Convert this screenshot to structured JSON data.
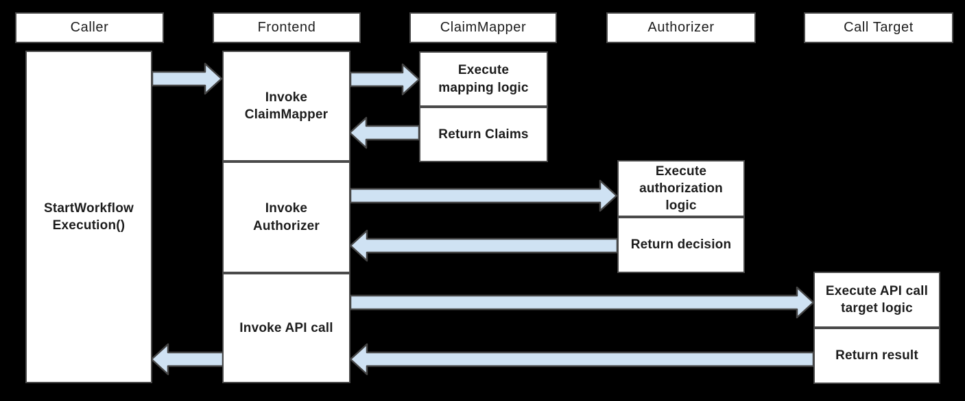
{
  "colors": {
    "background": "#000000",
    "box_fill": "#ffffff",
    "box_border": "#4a4a4a",
    "arrow_fill": "#cfe2f3",
    "arrow_border": "#454545",
    "text": "#1c1c1c"
  },
  "headers": {
    "caller": "Caller",
    "frontend": "Frontend",
    "claimmapper": "ClaimMapper",
    "authorizer": "Authorizer",
    "calltarget": "Call Target"
  },
  "steps": {
    "caller_start": "StartWorkflow\nExecution()",
    "frontend_invoke_claimmapper": "Invoke\nClaimMapper",
    "frontend_invoke_authorizer": "Invoke\nAuthorizer",
    "frontend_invoke_api_call": "Invoke API call",
    "claimmapper_execute": "Execute\nmapping logic",
    "claimmapper_return": "Return Claims",
    "authorizer_execute": "Execute\nauthorization\nlogic",
    "authorizer_return": "Return decision",
    "calltarget_execute": "Execute API call\ntarget logic",
    "calltarget_return": "Return result"
  },
  "arrows": [
    {
      "name": "caller-to-frontend",
      "from": "Caller",
      "to": "Frontend"
    },
    {
      "name": "frontend-to-claimmapper",
      "from": "Frontend",
      "to": "ClaimMapper"
    },
    {
      "name": "claimmapper-to-frontend",
      "from": "ClaimMapper",
      "to": "Frontend"
    },
    {
      "name": "frontend-to-authorizer",
      "from": "Frontend",
      "to": "Authorizer"
    },
    {
      "name": "authorizer-to-frontend",
      "from": "Authorizer",
      "to": "Frontend"
    },
    {
      "name": "frontend-to-calltarget",
      "from": "Frontend",
      "to": "Call Target"
    },
    {
      "name": "calltarget-to-frontend",
      "from": "Call Target",
      "to": "Frontend"
    },
    {
      "name": "frontend-to-caller",
      "from": "Frontend",
      "to": "Caller"
    }
  ]
}
